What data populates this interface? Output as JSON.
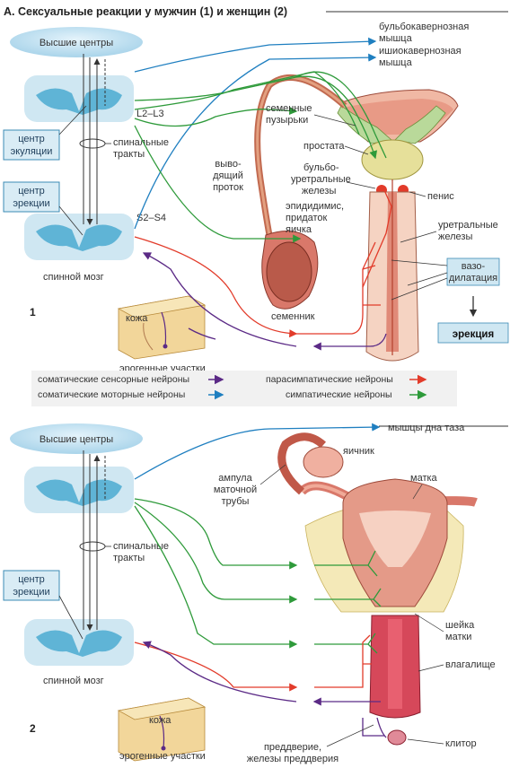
{
  "title": "А. Сексуальные реакции у мужчин (1) и женщин (2)",
  "colors": {
    "somatic_sensory": "#5b2a86",
    "somatic_motor": "#1f7fc0",
    "parasympathetic": "#e23b2a",
    "sympathetic": "#2e9a3a",
    "spinal": "#cfe7f2",
    "tissue": "#f2c9b6"
  },
  "panel1": {
    "number": "1",
    "higher_centers": "Высшие центры",
    "segment_upper": "L2–L3",
    "segment_lower": "S2–S4",
    "center_ejaculation": [
      "центр",
      "экуляции"
    ],
    "center_erection": [
      "центр",
      "эрекции"
    ],
    "spinal_tracts": [
      "спинальные",
      "тракты"
    ],
    "spinal_cord": "спинной мозг",
    "skin": "кожа",
    "erogenous_zones": "эрогенные участки",
    "labels": {
      "bulbocavernosus": [
        "бульбокавернозная",
        "мышца"
      ],
      "ischiocavernosus": [
        "ишиокавернозная",
        "мышца"
      ],
      "seminal_vesicles": [
        "семенные",
        "пузырьки"
      ],
      "prostate": "простата",
      "vas_deferens": [
        "выво-",
        "дящий",
        "проток"
      ],
      "bulbourethral": [
        "бульбо-",
        "уретральные",
        "железы"
      ],
      "penis": "пенис",
      "epididymis": [
        "эпидидимис,",
        "придаток",
        "яичка"
      ],
      "urethral_glands": [
        "уретральные",
        "железы"
      ],
      "vasodilation": [
        "вазо-",
        "дилатация"
      ],
      "testis": "семенник",
      "erection": "эрекция"
    }
  },
  "legend": [
    {
      "label": "соматические сенсорные нейроны",
      "color": "#5b2a86"
    },
    {
      "label": "парасимпатические нейроны",
      "color": "#e23b2a"
    },
    {
      "label": "соматические моторные нейроны",
      "color": "#1f7fc0"
    },
    {
      "label": "симпатические нейроны",
      "color": "#2e9a3a"
    }
  ],
  "panel2": {
    "number": "2",
    "higher_centers": "Высшие центры",
    "pelvic_floor": "мышцы дна таза",
    "center_erection": [
      "центр",
      "эрекции"
    ],
    "spinal_tracts": [
      "спинальные",
      "тракты"
    ],
    "spinal_cord": "спинной мозг",
    "skin": "кожа",
    "erogenous_zones": "эрогенные участки",
    "labels": {
      "ovary": "яичник",
      "ampulla": [
        "ампула",
        "маточной",
        "трубы"
      ],
      "uterus": "матка",
      "cervix": [
        "шейка",
        "матки"
      ],
      "vagina": "влагалище",
      "clitoris": "клитор",
      "vestibule": [
        "преддверие,",
        "железы преддверия"
      ]
    }
  }
}
